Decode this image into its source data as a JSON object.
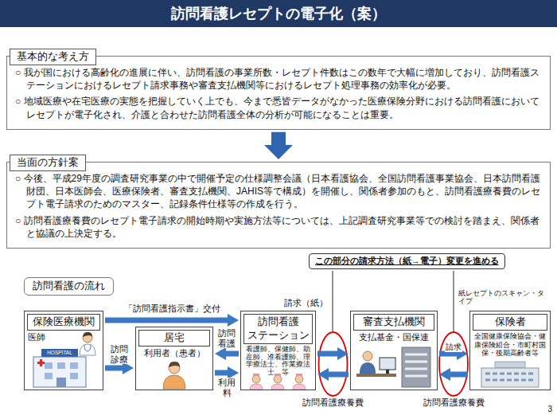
{
  "diagram": {
    "title": "訪問看護レセプトの電子化（案）",
    "nodes": [
      {
        "text": [
          "基本的な考え方"
        ]
      },
      {
        "text": [
          "○ 我が国における高齢化の進展に伴い、訪問看護の事業所数・レセプト件数はこの数年で大幅に増加しており、訪問看護ステーションにおけるレセプト請求事務や審査支払機関等におけるレセプト処理事務の効率化が必要。",
          "○ 地域医療や在宅医療の実態を把握していく上でも、今まで悉皆データがなかった医療保険分野における訪問看護においてレセプトが電子化され、介護と合わせた訪問看護全体の分析が可能になることは重要。"
        ]
      },
      {
        "text": [
          "当面の方針案"
        ]
      },
      {
        "text": [
          "○ 今後、平成29年度の調査研究事業の中で開催予定の仕様調整会議（日本看護協会、全国訪問看護事業協会、日本訪問看護財団、日本医師会、医療保険者、審査支払機関、JAHIS等で構成）を開催し、関係者参加のもと、訪問看護療養費のレセプト電子請求のためのマスター、記録条件仕様等の作成を行う。",
          "○ 訪問看護療養費のレセプト電子請求の開始時期や実施方法等については、上記調査研究事業等での検討を踏まえ、関係者と協議の上決定する。"
        ]
      },
      {
        "text": [
          "この部分の請求方法（紙→電子）変更を進める"
        ]
      },
      {
        "text": [
          "訪問看護の流れ"
        ]
      },
      {
        "text": [
          "保険医療機関",
          "医師"
        ]
      },
      {
        "text": [
          "居宅",
          "利用者（患者）"
        ]
      },
      {
        "text": [
          "訪問看護 ステーション",
          "看護師、保健師、助産師、准看護師、理学療法士、作業療法士　等"
        ]
      },
      {
        "text": [
          "審査支払機関",
          "支払基金・国保連"
        ]
      },
      {
        "text": [
          "保険者",
          "全国健康保険協会・健康保険組合・市町村国保・後期高齢者等"
        ]
      }
    ],
    "edges": [
      {
        "from": 1,
        "to": 3,
        "arrow": "to"
      },
      {
        "from": 6,
        "to": 8,
        "label": "「訪問看護指示書」交付",
        "arrow": "to"
      },
      {
        "from": 6,
        "to": 7,
        "label": "訪問診療",
        "arrow": "to"
      },
      {
        "from": 8,
        "to": 7,
        "label": "訪問看護",
        "arrow": "to"
      },
      {
        "from": 7,
        "to": 8,
        "label": "利用料",
        "arrow": "to"
      },
      {
        "from": 8,
        "to": 9,
        "label": "請求（紙）",
        "arrow": "to"
      },
      {
        "from": 9,
        "to": 8,
        "label": "訪問看護療養費",
        "arrow": "to"
      },
      {
        "from": 9,
        "to": 10,
        "label": "請求",
        "arrow": "to"
      },
      {
        "from": 10,
        "to": 9,
        "label": "訪問看護療養費",
        "arrow": "to"
      }
    ],
    "labels": [
      "紙レセプトのスキャン・タイプ",
      "HOSPITAL",
      "3"
    ]
  }
}
